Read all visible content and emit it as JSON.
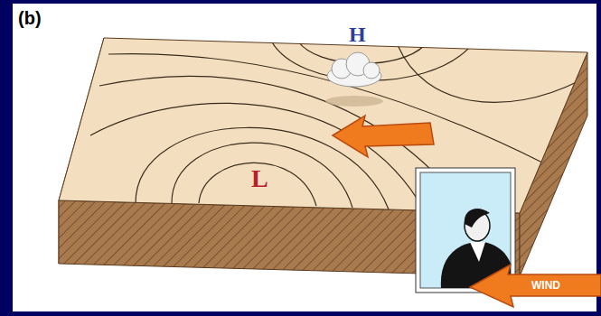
{
  "diagram": {
    "labels": [
      "(b)",
      "H",
      "L",
      "WIND"
    ]
  }
}
